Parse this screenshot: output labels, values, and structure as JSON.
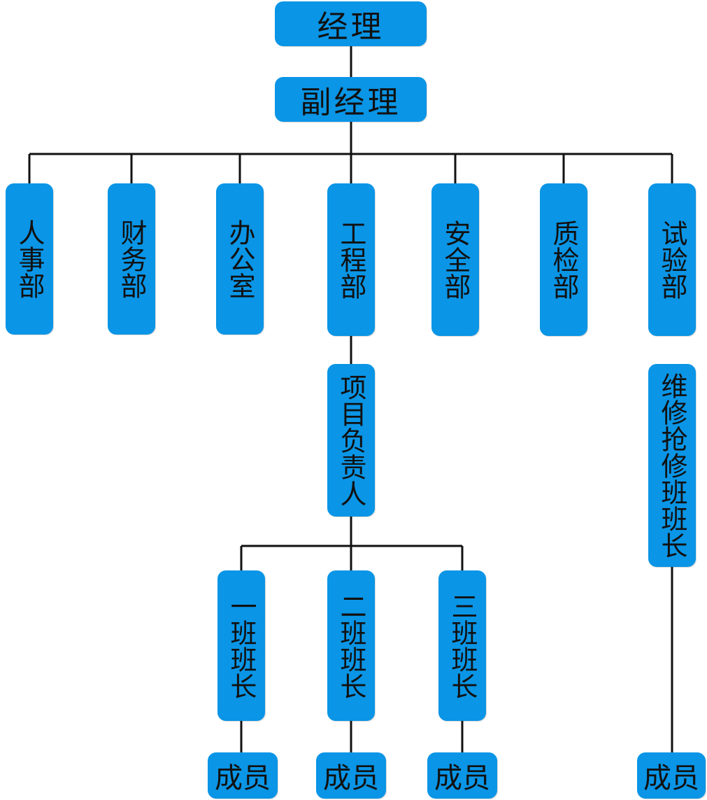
{
  "nodes": {
    "manager": "经理",
    "deputy": "副经理",
    "hr": "人事部",
    "finance": "财务部",
    "office": "办公室",
    "engineering": "工程部",
    "safety": "安全部",
    "qc": "质检部",
    "testing": "试验部",
    "project_lead": "项目负责人",
    "team1": "一班班长",
    "team2": "二班班长",
    "team3": "三班班长",
    "repair_lead": "维修抢修班班长",
    "member1": "成员",
    "member2": "成员",
    "member3": "成员",
    "member4": "成员"
  },
  "colors": {
    "node_fill": "#0a95e6",
    "line": "#111111"
  }
}
